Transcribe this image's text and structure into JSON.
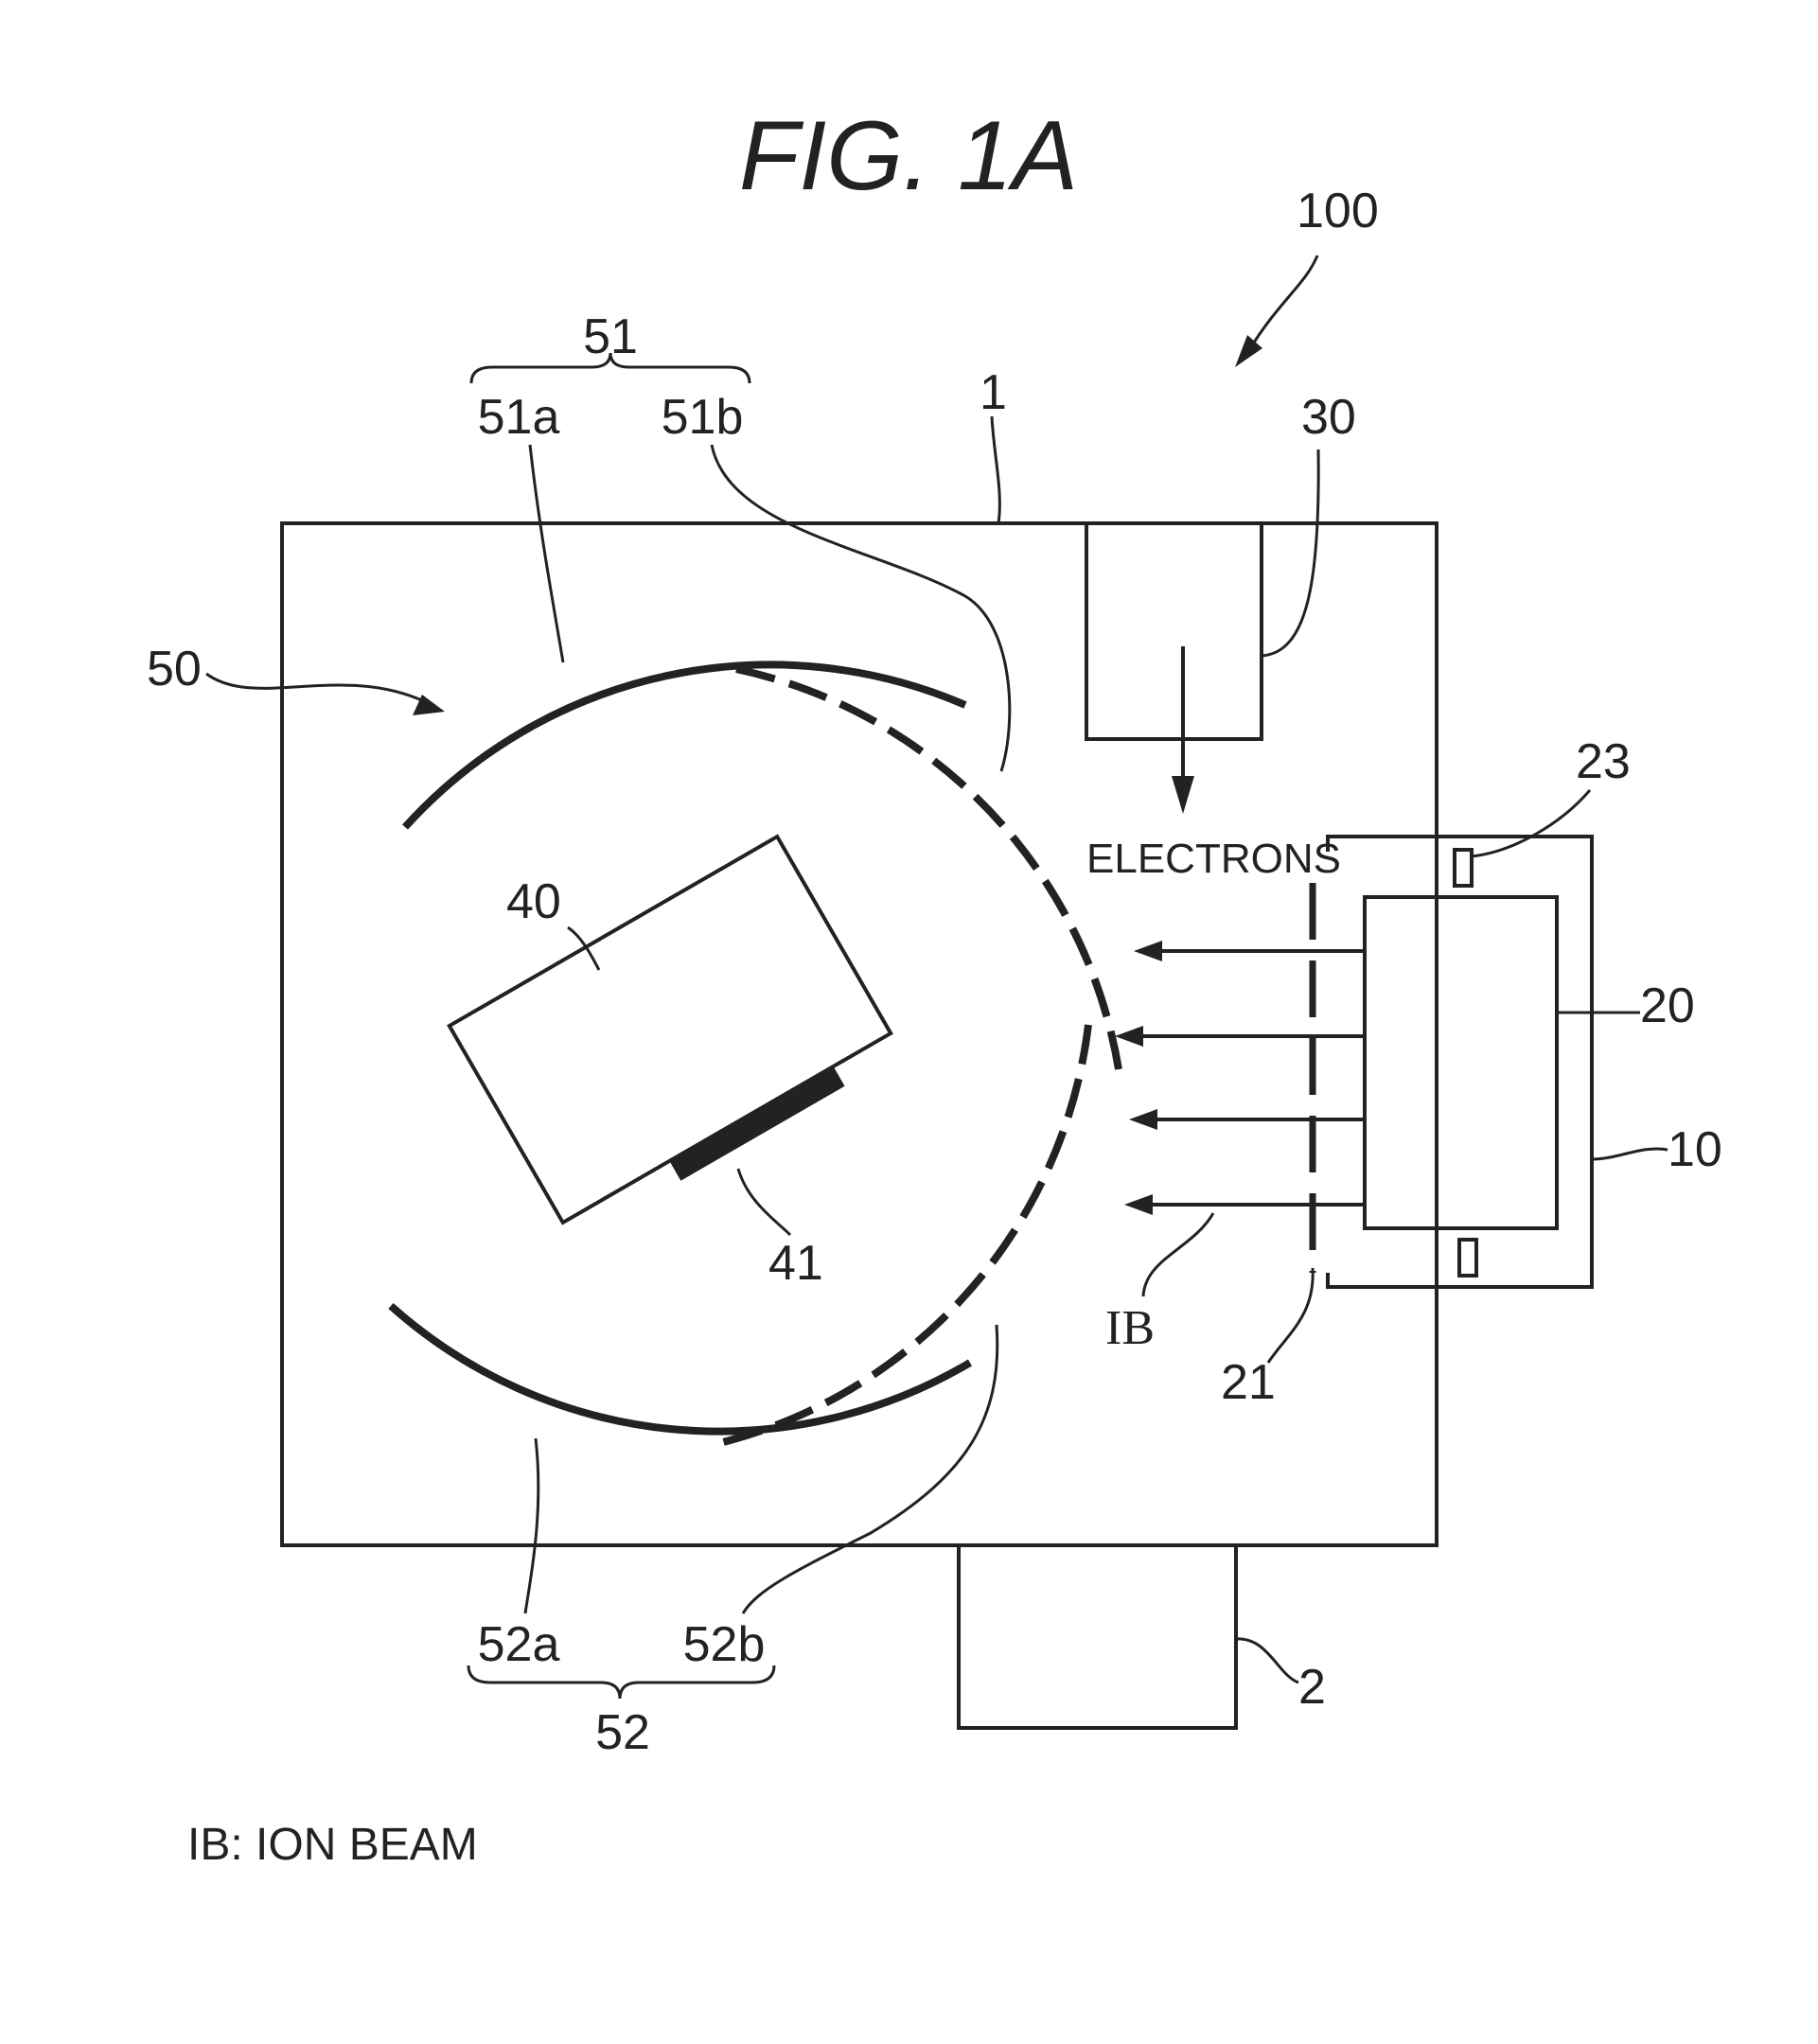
{
  "figure": {
    "title": "FIG.  1A",
    "caption": "IB: ION BEAM"
  },
  "labels": {
    "apparatus": "100",
    "chamber": "1",
    "pump": "2",
    "ion_source_housing": "10",
    "ion_source": "20",
    "grid": "21",
    "element_23": "23",
    "neutralizer": "30",
    "substrate_holder": "40",
    "substrate": "41",
    "shield": "50",
    "upper_shield": "51",
    "upper_shield_a": "51a",
    "upper_shield_b": "51b",
    "lower_shield": "52",
    "lower_shield_a": "52a",
    "lower_shield_b": "52b",
    "ion_beam": "IB",
    "electrons": "ELECTRONS"
  }
}
